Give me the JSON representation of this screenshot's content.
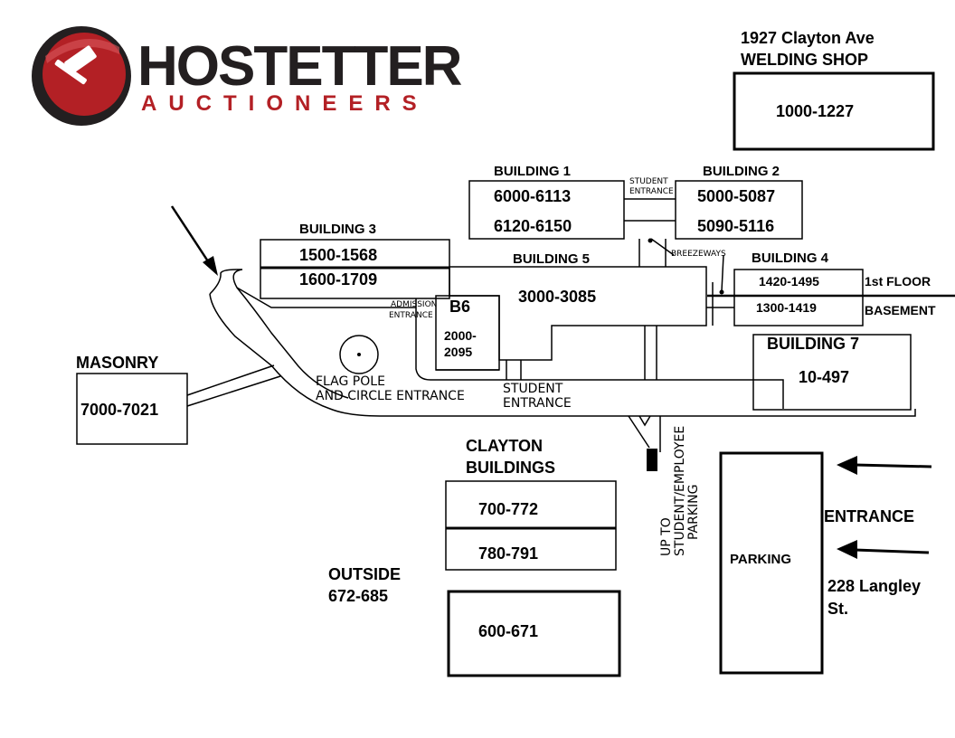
{
  "logo": {
    "brand_name": "HOSTETTER",
    "brand_sub": "AUCTIONEERS",
    "colors": {
      "red": "#b32025",
      "dark": "#231f20"
    },
    "icon": "gavel-icon"
  },
  "welding": {
    "address": "1927 Clayton Ave",
    "name": "WELDING SHOP",
    "range": "1000-1227"
  },
  "building1": {
    "title": "BUILDING 1",
    "range_a": "6000-6113",
    "range_b": "6120-6150"
  },
  "building2": {
    "title": "BUILDING 2",
    "range_a": "5000-5087",
    "range_b": "5090-5116"
  },
  "building3": {
    "title": "BUILDING 3",
    "range_a": "1500-1568",
    "range_b": "1600-1709"
  },
  "building4": {
    "title": "BUILDING 4",
    "range_a": "1420-1495",
    "floor_a": "1st FLOOR",
    "range_b": "1300-1419",
    "floor_b": "BASEMENT"
  },
  "building5": {
    "title": "BUILDING 5",
    "range": "3000-3085"
  },
  "b6": {
    "title": "B6",
    "range_a": "2000-",
    "range_b": "2095"
  },
  "building7": {
    "title": "BUILDING 7",
    "range": "10-497"
  },
  "masonry": {
    "title": "MASONRY",
    "range": "7000-7021"
  },
  "clayton": {
    "title_a": "CLAYTON",
    "title_b": "BUILDINGS",
    "range_a": "700-772",
    "range_b": "780-791"
  },
  "outside": {
    "title": "OUTSIDE",
    "range": "672-685",
    "box_range": "600-671"
  },
  "parking": {
    "label": "PARKING"
  },
  "entrance": {
    "label": "ENTRANCE",
    "address_a": "228 Langley",
    "address_b": "St."
  },
  "annotations": {
    "student_entrance_top_a": "STUDENT",
    "student_entrance_top_b": "ENTRANCE",
    "breezeways": "BREEZEWAYS",
    "admission_a": "ADMISSION",
    "admission_b": "ENTRANCE",
    "flag_a": "FLAG POLE",
    "flag_b": "AND CIRCLE ENTRANCE",
    "student_entrance_a": "STUDENT",
    "student_entrance_b": "ENTRANCE",
    "up_to_a": "UP TO",
    "up_to_b": "STUDENT/EMPLOYEE",
    "up_to_c": "PARKING"
  }
}
